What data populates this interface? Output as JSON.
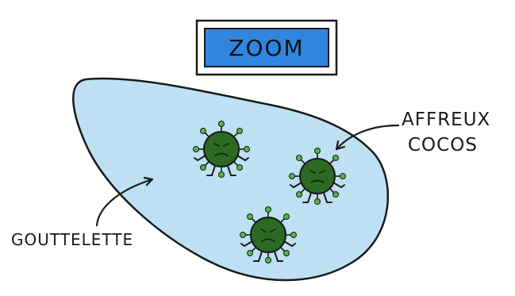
{
  "zoom_label": "ZOOM",
  "labels": {
    "virus_line1": "AFFREUX",
    "virus_line2": "COCOS",
    "droplet": "GOUTTELETTE"
  },
  "colors": {
    "zoom_box_fill": "#2f86e0",
    "droplet_fill": "#bde0f3",
    "virus_body": "#2b6a22",
    "virus_spike": "#58b34a",
    "ink": "#1a1a1a"
  },
  "icons": [
    "virus-icon"
  ]
}
